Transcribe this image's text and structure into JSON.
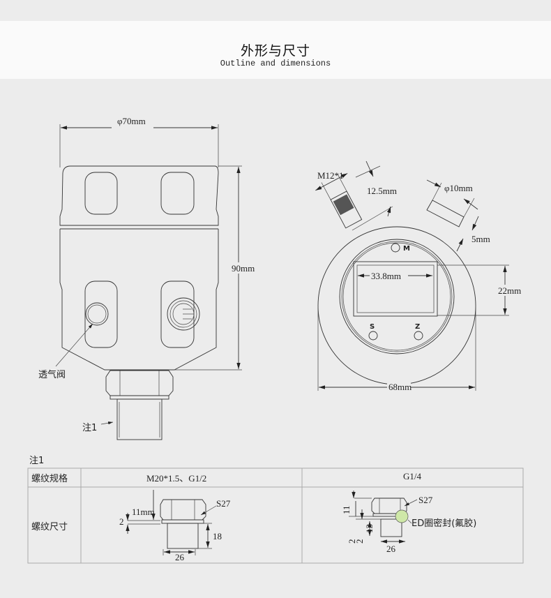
{
  "header": {
    "title_cn": "外形与尺寸",
    "title_en": "Outline and dimensions"
  },
  "front_view": {
    "diameter": "φ70mm",
    "height": "90mm",
    "vent_label": "透气阀",
    "note_label": "注1"
  },
  "top_view": {
    "thread": "M12*1",
    "thread_len": "12.5mm",
    "cable_dia": "φ10mm",
    "offset": "5mm",
    "display_w": "33.8mm",
    "display_h": "22mm",
    "width": "68mm",
    "buttons": [
      "M",
      "S",
      "Z"
    ]
  },
  "note": {
    "title": "注1",
    "row_labels": [
      "螺纹规格",
      "螺纹尺寸"
    ],
    "columns": [
      {
        "spec": "M20*1.5、G1/2",
        "dims": {
          "hex": "11mm",
          "gap": "2",
          "s": "S27",
          "len": "18",
          "dia": "26"
        }
      },
      {
        "spec": "G1/4",
        "dims": {
          "hex": "11",
          "gap1": "2",
          "gap2": "2",
          "len": "13",
          "s": "S27",
          "seal": "ED圈密封(氟胶)",
          "dia": "26"
        }
      }
    ]
  }
}
